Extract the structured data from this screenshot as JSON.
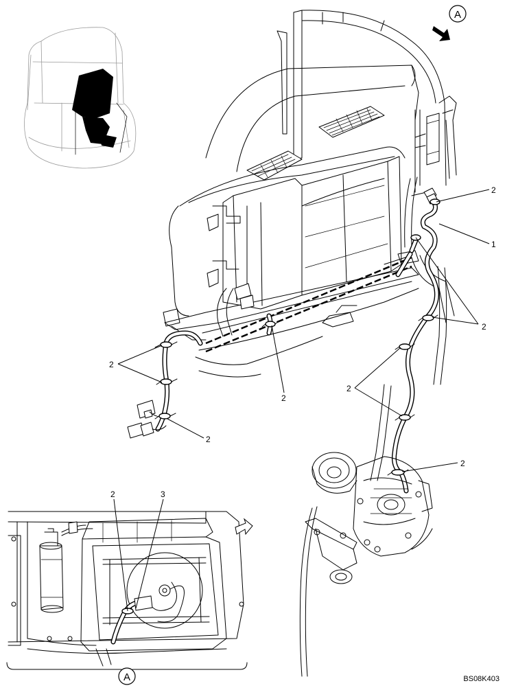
{
  "drawing_code": "BS08K403",
  "view_label": "A",
  "callouts": [
    {
      "id": "c-2-top-right",
      "text": "2"
    },
    {
      "id": "c-1",
      "text": "1"
    },
    {
      "id": "c-2-right-upper",
      "text": "2"
    },
    {
      "id": "c-2-left-upper",
      "text": "2"
    },
    {
      "id": "c-2-center",
      "text": "2"
    },
    {
      "id": "c-2-right-middle",
      "text": "2"
    },
    {
      "id": "c-2-left-lower",
      "text": "2"
    },
    {
      "id": "c-2-right-lower",
      "text": "2"
    },
    {
      "id": "c-2-detail",
      "text": "2"
    },
    {
      "id": "c-3-detail",
      "text": "3"
    }
  ]
}
